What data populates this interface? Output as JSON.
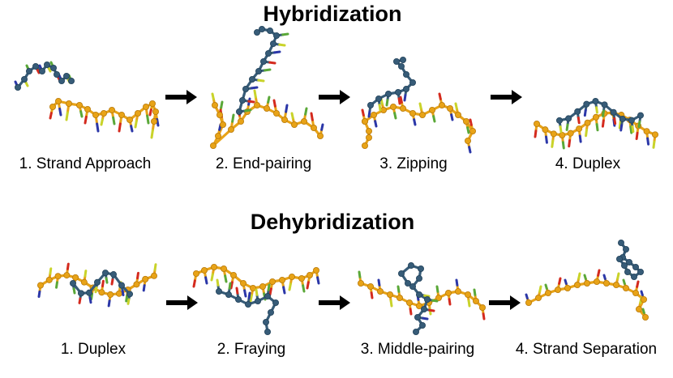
{
  "colors": {
    "strand_a": "#e8a317",
    "strand_a_dark": "#b87a0c",
    "strand_b": "#375c78",
    "strand_b_dark": "#22425a",
    "base_red": "#d42a1e",
    "base_blue": "#2b37a8",
    "base_yellow": "#c9d32a",
    "base_green": "#5aa838",
    "arrow": "#000000"
  },
  "sections": [
    {
      "title": "Hybridization",
      "stages": [
        {
          "label": "1. Strand Approach",
          "icon": "strand-approach-molecule"
        },
        {
          "label": "2. End-pairing",
          "icon": "end-pairing-molecule"
        },
        {
          "label": "3. Zipping",
          "icon": "zipping-molecule"
        },
        {
          "label": "4. Duplex",
          "icon": "duplex-molecule"
        }
      ]
    },
    {
      "title": "Dehybridization",
      "stages": [
        {
          "label": "1. Duplex",
          "icon": "duplex-molecule"
        },
        {
          "label": "2. Fraying",
          "icon": "fraying-molecule"
        },
        {
          "label": "3. Middle-pairing",
          "icon": "middle-pairing-molecule"
        },
        {
          "label": "4. Strand Separation",
          "icon": "strand-separation-molecule"
        }
      ]
    }
  ],
  "arrow_icon": "right-arrow-icon"
}
